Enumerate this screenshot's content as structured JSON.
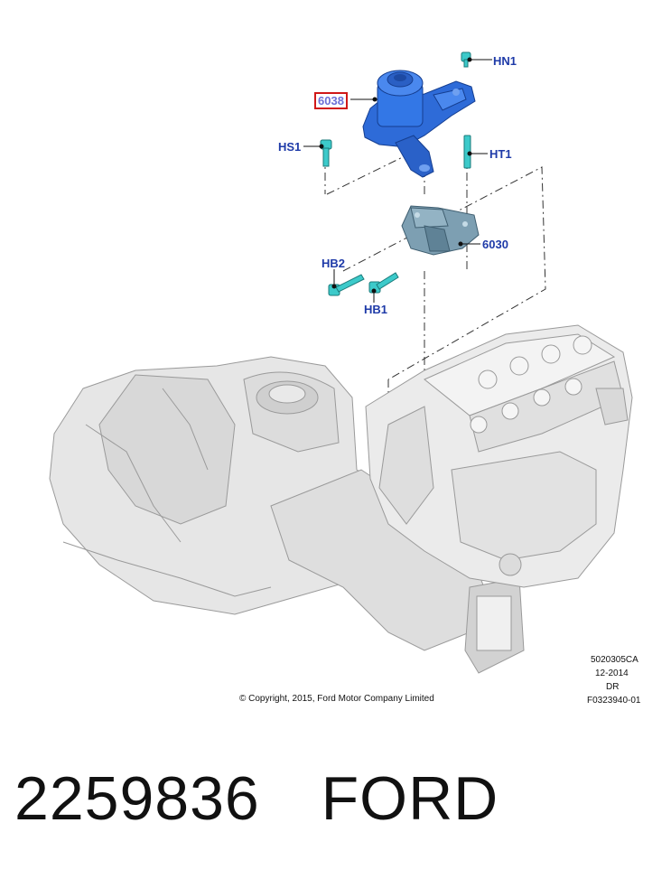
{
  "diagram": {
    "callouts": {
      "hn1": "HN1",
      "p6038": "6038",
      "hs1": "HS1",
      "ht1": "HT1",
      "p6030": "6030",
      "hb2": "HB2",
      "hb1": "HB1"
    },
    "highlighted_part": "6038",
    "copyright": "© Copyright, 2015, Ford Motor Company Limited",
    "ref_code": "5020305CA",
    "ref_date": "12-2014",
    "ref_region": "DR",
    "ref_figure": "F0323940-01",
    "colors": {
      "mount_highlight": "#2f6fe0",
      "mount_secondary": "#7fa3b5",
      "fasteners": "#39c9c9",
      "callout_text": "#1e3aa8",
      "highlight_box": "#d01818",
      "engine_gray": "#e4e4e4"
    }
  },
  "footer": {
    "part_number": "2259836",
    "brand": "FORD"
  }
}
